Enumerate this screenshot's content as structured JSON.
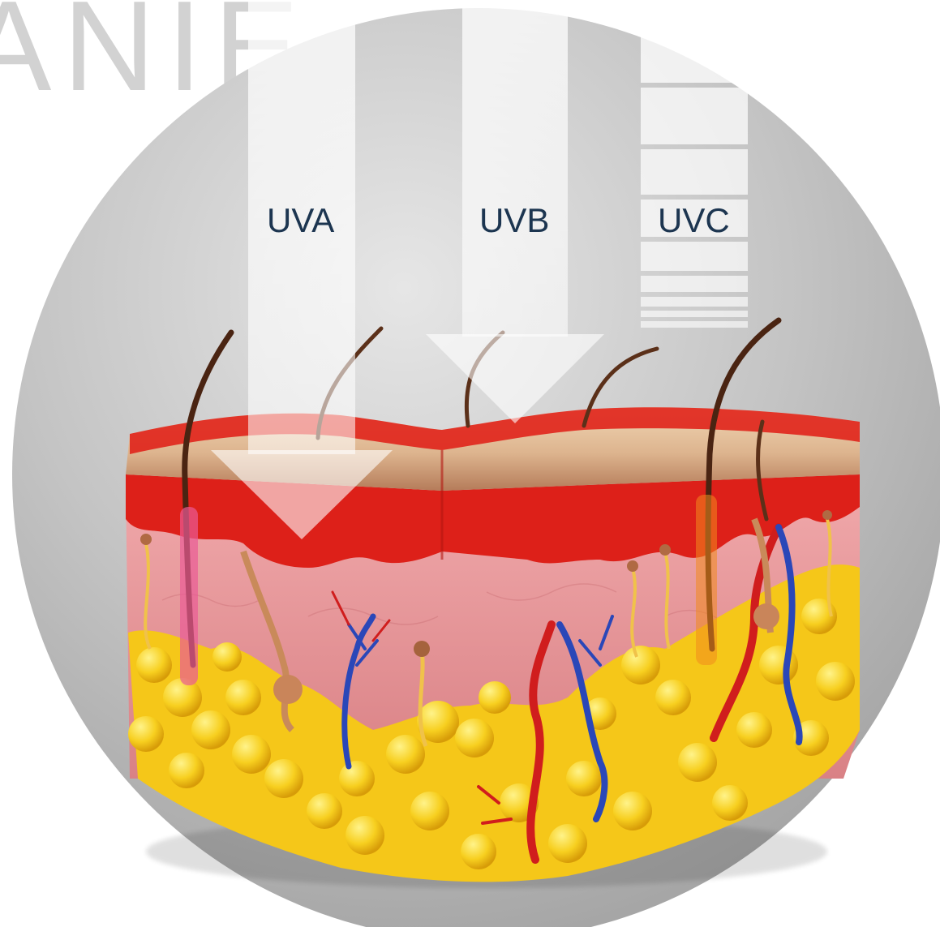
{
  "background_word": "ANIE",
  "rays": {
    "uva": {
      "label": "UVA"
    },
    "uvb": {
      "label": "UVB"
    },
    "uvc": {
      "label": "UVC"
    }
  },
  "colors": {
    "circle_light": "#e4e4e4",
    "circle_dark": "#9c9c9c",
    "label_text": "#1c3550",
    "epidermis": "#e23124",
    "dermis": "#e9999d",
    "fat": "#f4c61b",
    "artery": "#d01d1d",
    "vein": "#2a47b8",
    "hair": "#4a2412"
  },
  "icons": [
    "hair-icon",
    "blood-vessel-icon",
    "fat-cell-icon",
    "sweat-gland-icon"
  ]
}
